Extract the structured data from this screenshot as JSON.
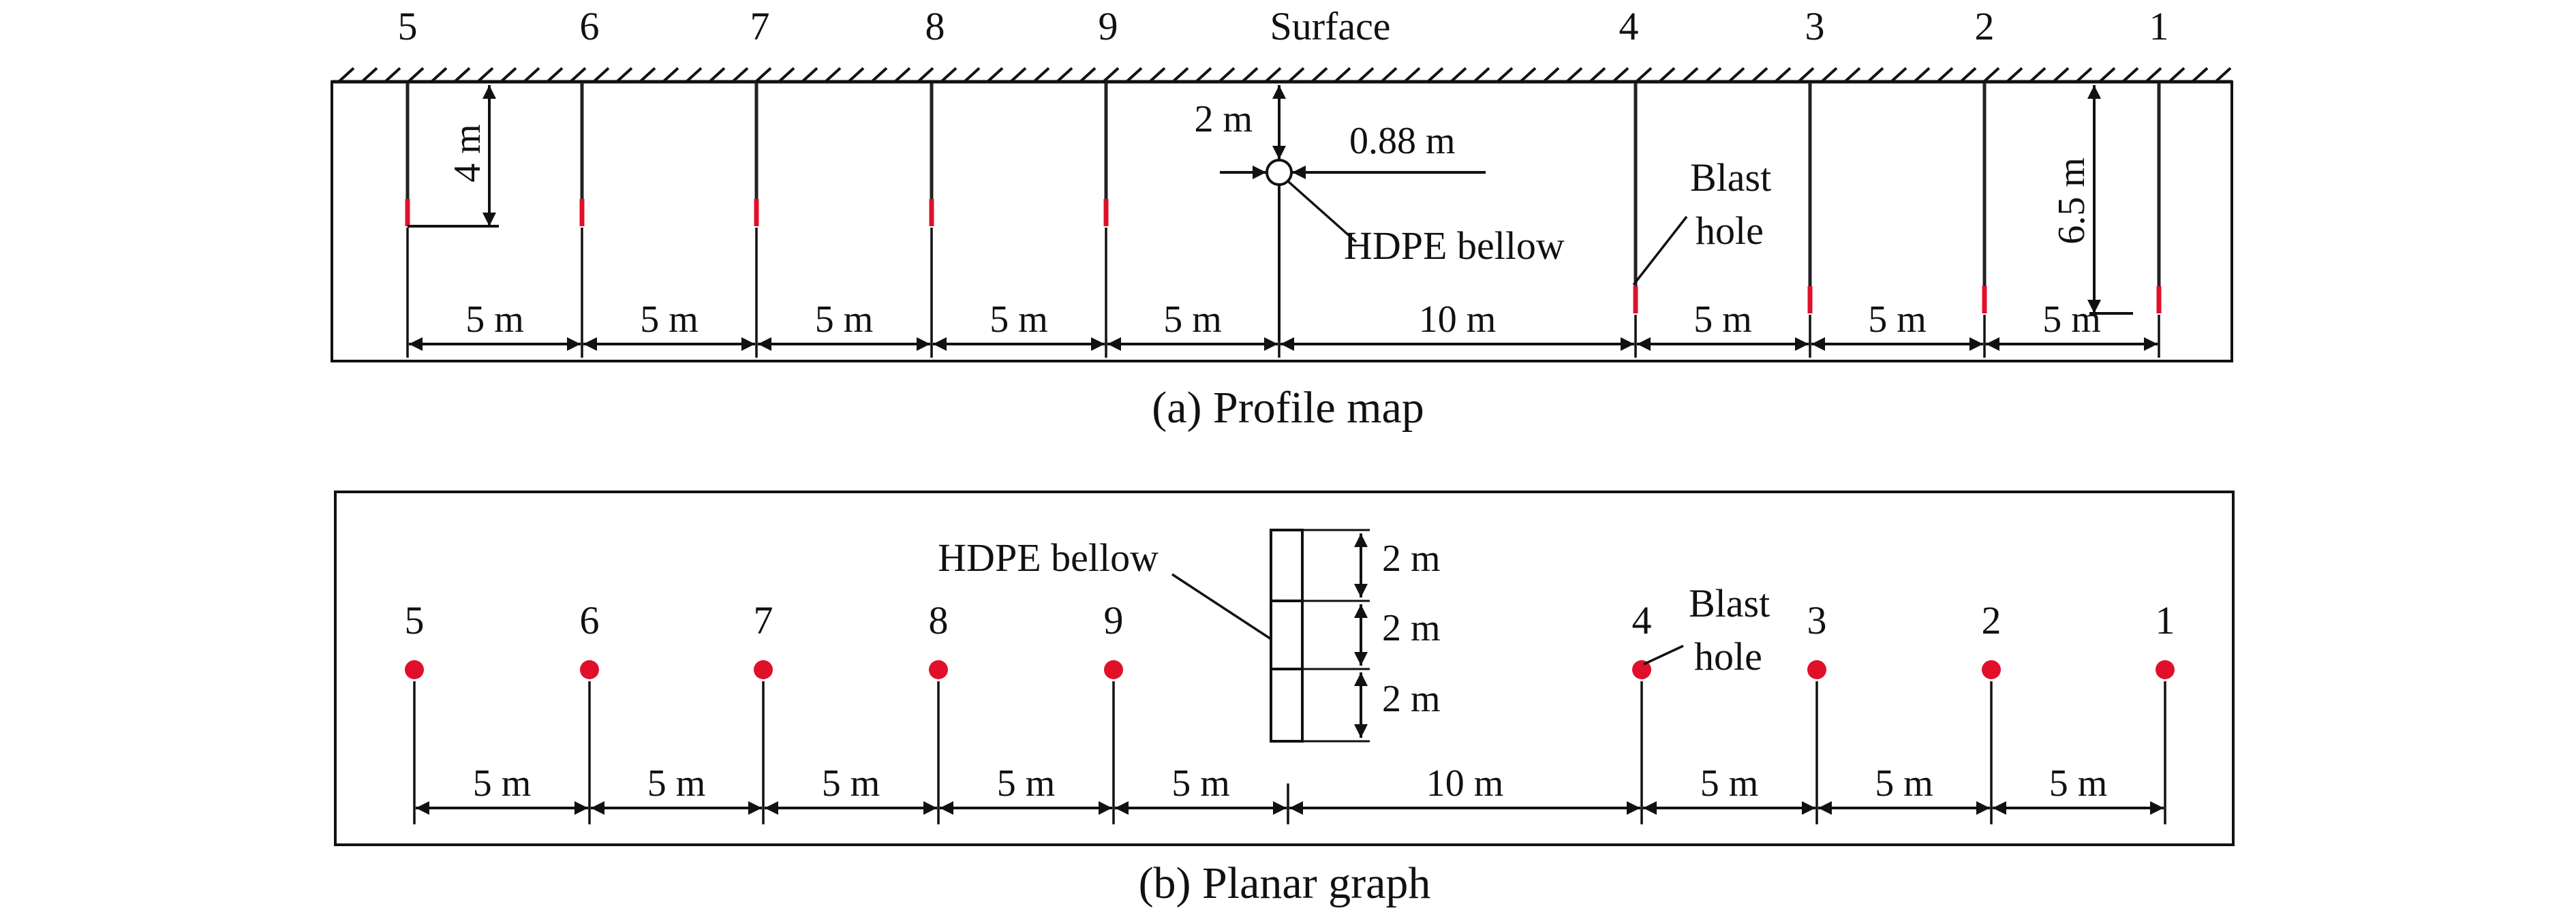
{
  "profile": {
    "surface_label": "Surface",
    "hole_numbers": [
      "5",
      "6",
      "7",
      "8",
      "9",
      "4",
      "3",
      "2",
      "1"
    ],
    "spacing_labels": [
      "5 m",
      "5 m",
      "5 m",
      "5 m",
      "5 m",
      "10 m",
      "5 m",
      "5 m",
      "5 m"
    ],
    "depth_left_label": "4 m",
    "depth_right_label": "6.5 m",
    "bellow_depth_label": "2 m",
    "bellow_diameter_label": "0.88 m",
    "bellow_label": "HDPE bellow",
    "blast_hole_label_line1": "Blast",
    "blast_hole_label_line2": "hole",
    "caption": "(a) Profile map"
  },
  "planar": {
    "hole_numbers": [
      "5",
      "6",
      "7",
      "8",
      "9",
      "4",
      "3",
      "2",
      "1"
    ],
    "spacing_labels": [
      "5 m",
      "5 m",
      "5 m",
      "5 m",
      "5 m",
      "10 m",
      "5 m",
      "5 m",
      "5 m"
    ],
    "segment_labels": [
      "2 m",
      "2 m",
      "2 m"
    ],
    "bellow_label": "HDPE bellow",
    "blast_hole_label_line1": "Blast",
    "blast_hole_label_line2": "hole",
    "caption": "(b) Planar graph"
  },
  "colors": {
    "charge": "#e0102a",
    "line": "#111111"
  }
}
